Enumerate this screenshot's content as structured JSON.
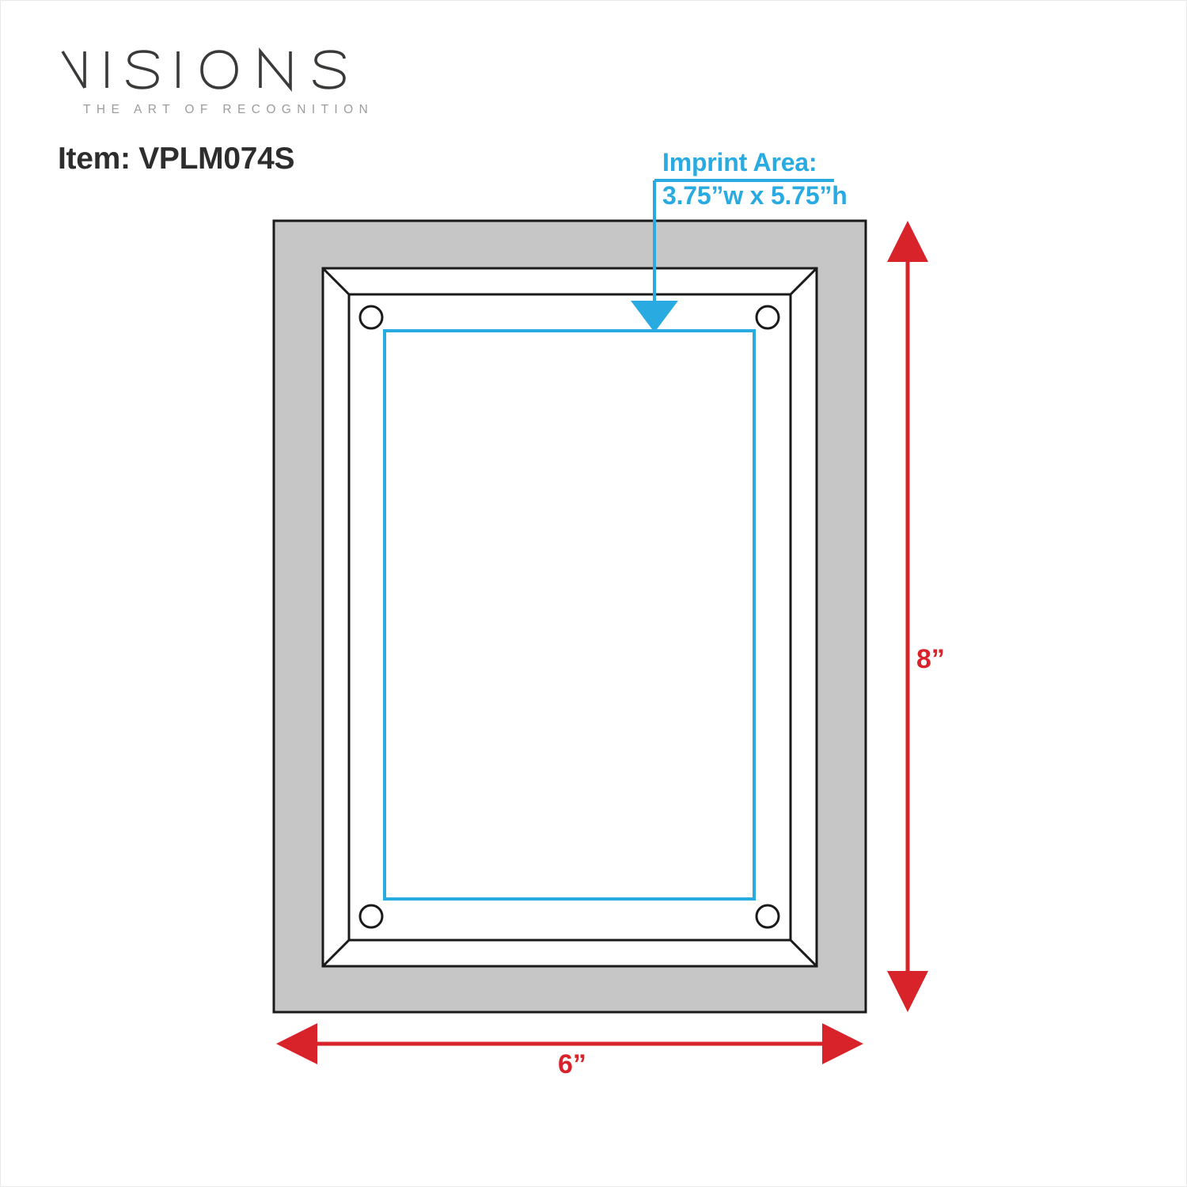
{
  "brand": {
    "wordmark": "VISIONS",
    "tagline": "THE ART OF RECOGNITION",
    "wordmark_color": "#3a3a38",
    "tagline_color": "#9c9c9e"
  },
  "item": {
    "label": "Item: VPLM074S",
    "sku": "VPLM074S"
  },
  "callouts": {
    "imprint_title": "Imprint Area:",
    "imprint_dimensions": "3.75”w x 5.75”h",
    "imprint_color": "#29abe2"
  },
  "dimensions": {
    "height_label": "8”",
    "width_label": "6”",
    "dimension_color": "#d8232a"
  },
  "product": {
    "mat_color": "#c6c6c6",
    "frame_color": "#ffffff",
    "outline_color": "#1a1a1a",
    "rivet_count": 4
  }
}
